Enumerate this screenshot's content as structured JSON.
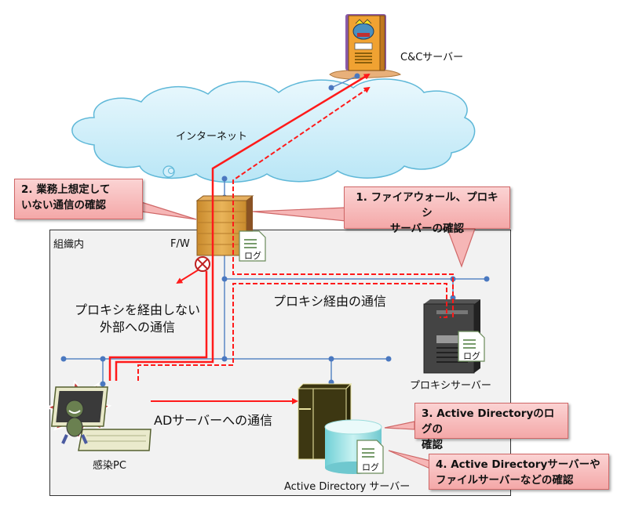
{
  "diagram": {
    "nodes": {
      "cc_server": "C&Cサーバー",
      "internet": "インターネット",
      "org_area": "組織内",
      "firewall": "F/W",
      "proxy_server": "プロキシサーバー",
      "infected_pc": "感染PC",
      "ad_server": "Active Directory サーバー",
      "log_label": "ログ"
    },
    "flows": {
      "no_proxy_line1": "プロキシを経由しない",
      "no_proxy_line2": "外部への通信",
      "via_proxy": "プロキシ経由の通信",
      "to_ad": "ADサーバーへの通信"
    },
    "callouts": [
      {
        "line1": "1. ファイアウォール、プロキシ",
        "line2": "サーバーの確認"
      },
      {
        "line1": "2. 業務上想定して",
        "line2": "いない通信の確認"
      },
      {
        "line1": "3. Active Directoryのログの",
        "line2": "確認"
      },
      {
        "line1": "4. Active Directoryサーバーや",
        "line2": "ファイルサーバーなどの確認"
      }
    ],
    "colors": {
      "flow_red": "#ff1a1a",
      "network_blue": "#5b87c5",
      "callout_fill": "#f6b6b6",
      "cloud_fill": "#d4f0fb"
    }
  }
}
